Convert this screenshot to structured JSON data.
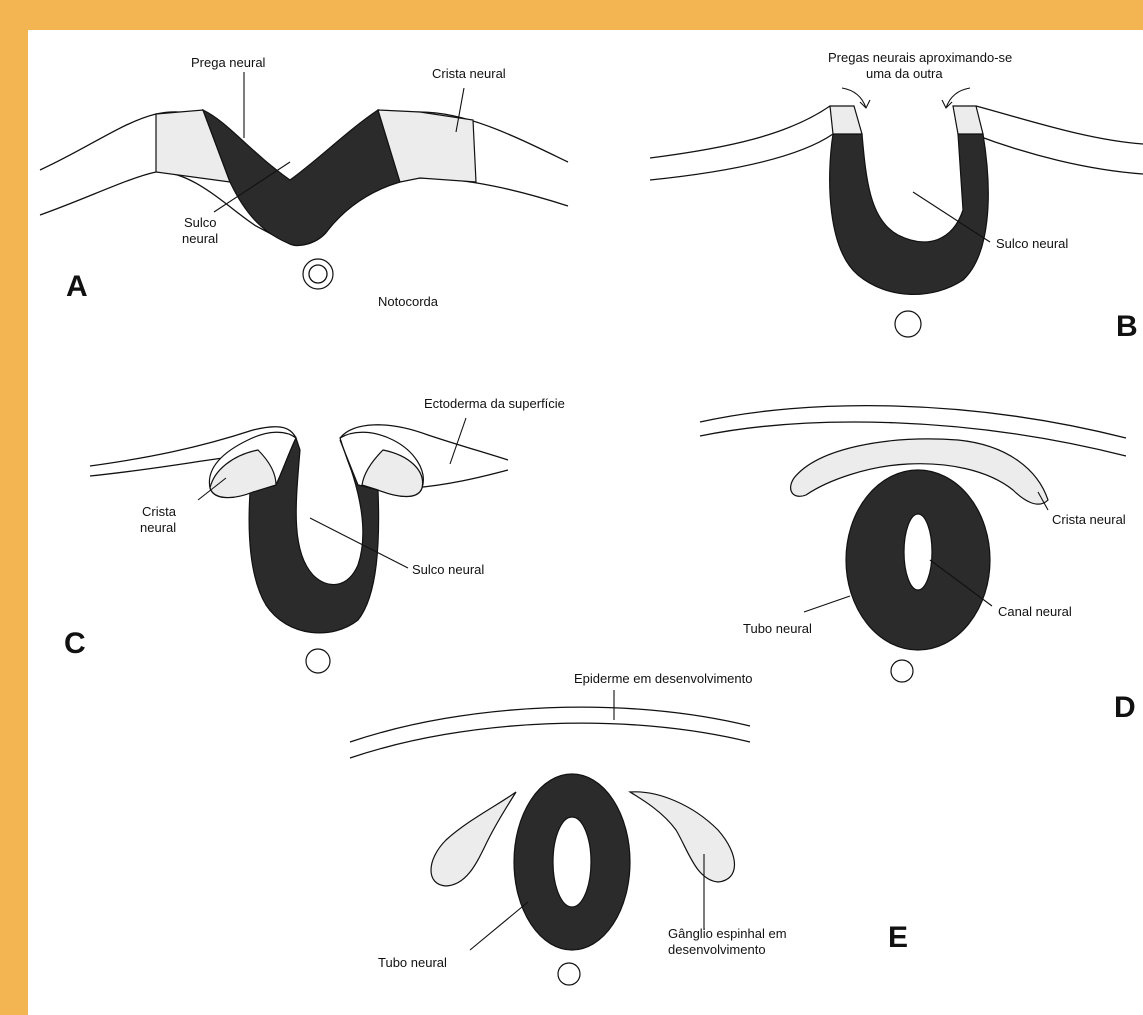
{
  "panels": {
    "a": {
      "letter": "A",
      "labels": {
        "prega_neural": "Prega neural",
        "crista_neural": "Crista neural",
        "sulco_neural_l1": "Sulco",
        "sulco_neural_l2": "neural",
        "notocorda": "Notocorda"
      }
    },
    "b": {
      "letter": "B",
      "labels": {
        "pregas_l1": "Pregas neurais aproximando-se",
        "pregas_l2": "uma da outra",
        "sulco_neural": "Sulco neural"
      }
    },
    "c": {
      "letter": "C",
      "labels": {
        "ectoderma": "Ectoderma da superfície",
        "crista_l1": "Crista",
        "crista_l2": "neural",
        "sulco_neural": "Sulco neural"
      }
    },
    "d": {
      "letter": "D",
      "labels": {
        "crista_neural": "Crista neural",
        "canal_neural": "Canal neural",
        "tubo_neural": "Tubo neural"
      }
    },
    "e": {
      "letter": "E",
      "labels": {
        "epiderme": "Epiderme em desenvolvimento",
        "ganglio_l1": "Gânglio espinhal em",
        "ganglio_l2": "desenvolvimento",
        "tubo_neural": "Tubo neural"
      }
    }
  }
}
